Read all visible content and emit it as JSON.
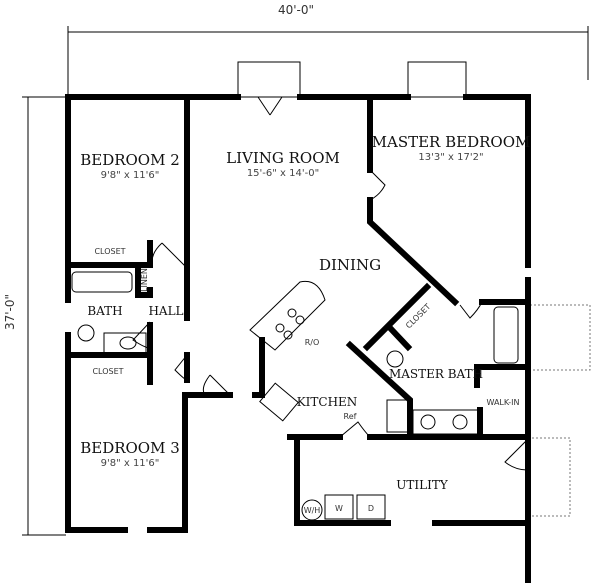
{
  "dimensions": {
    "width": "40'-0\"",
    "depth": "37'-0\""
  },
  "rooms": {
    "bedroom2": {
      "name": "BEDROOM 2",
      "size": "9'8\" x 11'6\""
    },
    "living": {
      "name": "LIVING ROOM",
      "size": "15'-6\" x 14'-0\""
    },
    "master": {
      "name": "MASTER BEDROOM",
      "size": "13'3\" x 17'2\""
    },
    "dining": {
      "name": "DINING"
    },
    "bedroom3": {
      "name": "BEDROOM 3",
      "size": "9'8\" x 11'6\""
    },
    "bath": {
      "name": "BATH"
    },
    "hall": {
      "name": "HALL"
    },
    "kitchen": {
      "name": "KITCHEN"
    },
    "master_bath": {
      "name": "MASTER BATH"
    },
    "utility": {
      "name": "UTILITY"
    }
  },
  "fixtures": {
    "closet1": "CLOSET",
    "closet2": "CLOSET",
    "closet3": "CLOSET",
    "linen": "LINEN",
    "range": "R/O",
    "ref": "Ref",
    "walkin": "WALK-IN",
    "water_heater": "W/H",
    "washer": "W",
    "dryer": "D"
  }
}
